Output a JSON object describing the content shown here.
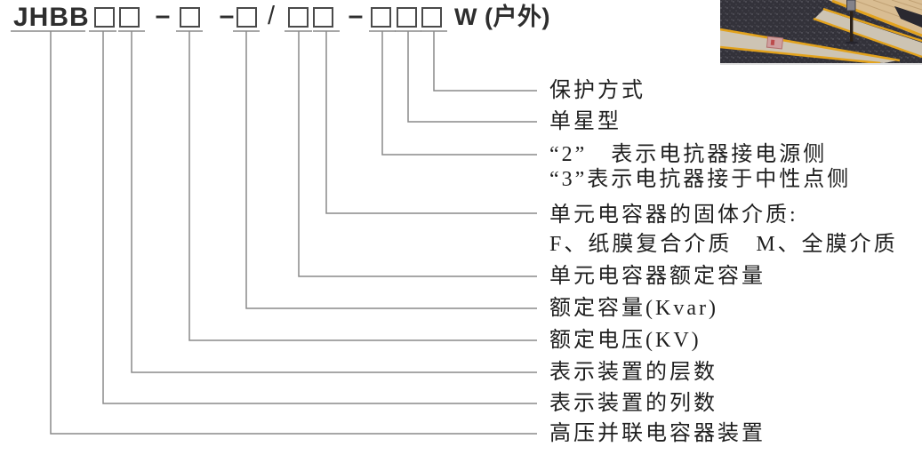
{
  "formula": {
    "prefix": "JHBB",
    "dash": "–",
    "slash": "/",
    "suffix": "W (户外)"
  },
  "labels": {
    "protection": "保护方式",
    "single_star": "单星型",
    "reactor_source": "“2”　表示电抗器接电源侧",
    "reactor_neutral": "“3”表示电抗器接于中性点侧",
    "dielectric_title": "单元电容器的固体介质:",
    "dielectric_options": "F、纸膜复合介质　M、全膜介质",
    "unit_capacity": "单元电容器额定容量",
    "rated_capacity": "额定容量(Kvar)",
    "rated_voltage": "额定电压(KV)",
    "layers": "表示装置的层数",
    "columns": "表示装置的列数",
    "device": "高压并联电容器装置"
  },
  "colors": {
    "line": "#8a8a8a",
    "box_border": "#4a4a4a",
    "text": "#1f1f1f",
    "photo_yellow": "#e2a21c",
    "photo_path": "#cdc4b4",
    "photo_deck": "#d9bd92",
    "photo_ground": "#33323a"
  }
}
